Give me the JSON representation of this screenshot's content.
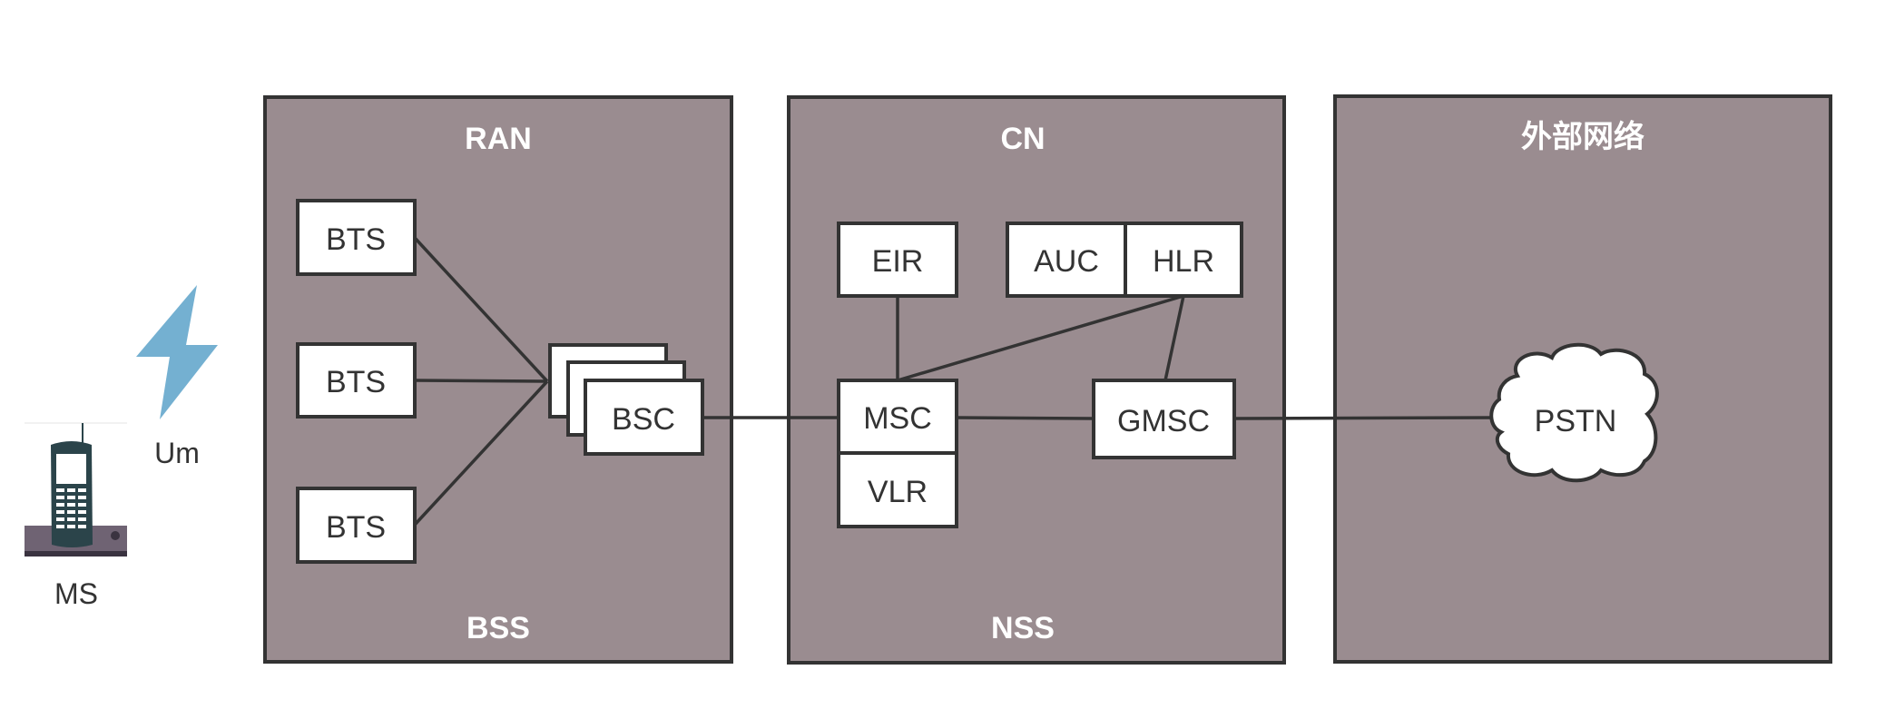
{
  "panels": {
    "ran": {
      "title": "RAN",
      "subtitle": "BSS"
    },
    "cn": {
      "title": "CN",
      "subtitle": "NSS"
    },
    "external": {
      "title": "外部网络"
    }
  },
  "nodes": {
    "bts1": "BTS",
    "bts2": "BTS",
    "bts3": "BTS",
    "bsc": "BSC",
    "eir": "EIR",
    "auc": "AUC",
    "hlr": "HLR",
    "msc": "MSC",
    "vlr": "VLR",
    "gmsc": "GMSC",
    "pstn": "PSTN"
  },
  "ms": {
    "label": "MS",
    "icon": "mobile-phone-icon"
  },
  "air_interface": {
    "label": "Um",
    "icon": "lightning-icon",
    "color": "#74b0d1"
  },
  "colors": {
    "panel": "#9a8c90",
    "stroke": "#333333",
    "node": "#ffffff"
  }
}
